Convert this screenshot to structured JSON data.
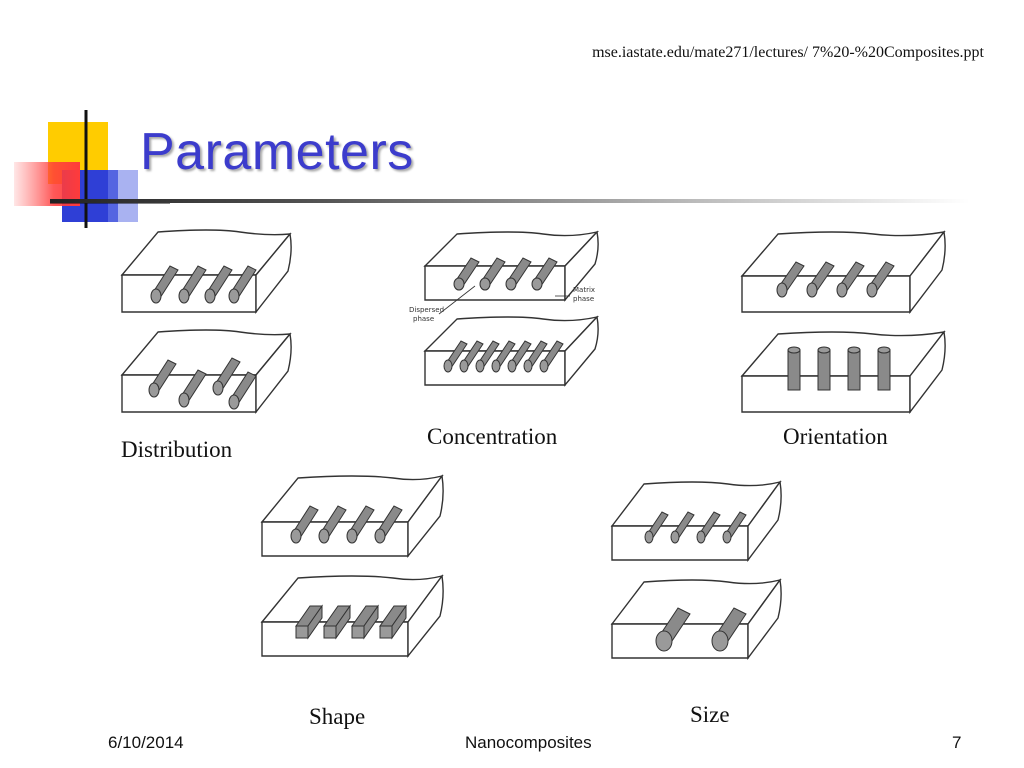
{
  "slide": {
    "source_url": "mse.iastate.edu/mate271/lectures/ 7%20-%20Composites.ppt",
    "title": "Parameters",
    "colors": {
      "title": "#3c3ccc",
      "accent_yellow": "#ffcc00",
      "accent_blue": "#2f3fd6",
      "accent_red": "#ff5a5a"
    }
  },
  "figures": {
    "distribution": {
      "caption": "Distribution"
    },
    "concentration": {
      "caption": "Concentration",
      "matrix_label": "Matrix phase",
      "dispersed_label": "Dispersed phase"
    },
    "orientation": {
      "caption": "Orientation"
    },
    "shape": {
      "caption": "Shape"
    },
    "size": {
      "caption": "Size"
    }
  },
  "footer": {
    "date": "6/10/2014",
    "center": "Nanocomposites",
    "page": "7"
  }
}
